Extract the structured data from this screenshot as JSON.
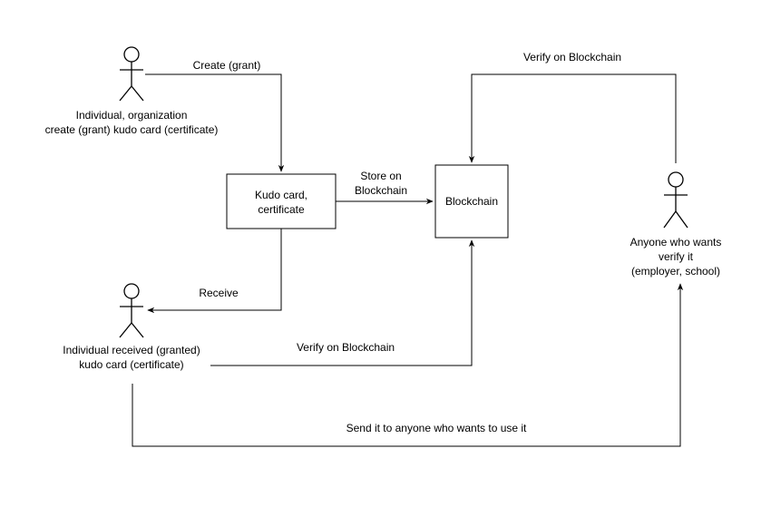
{
  "actors": {
    "creator": {
      "line1": "Individual, organization",
      "line2": "create (grant) kudo card (certificate)"
    },
    "receiver": {
      "line1": "Individual received (granted)",
      "line2": "kudo card (certificate)"
    },
    "verifier": {
      "line1": "Anyone who wants",
      "line2": "verify it",
      "line3": "(employer, school)"
    }
  },
  "boxes": {
    "kudo_card": {
      "line1": "Kudo card,",
      "line2": "certificate"
    },
    "blockchain": {
      "label": "Blockchain"
    }
  },
  "edges": {
    "create": "Create (grant)",
    "store_line1": "Store on",
    "store_line2": "Blockchain",
    "receive": "Receive",
    "verify_receiver": "Verify on Blockchain",
    "verify_top": "Verify on Blockchain",
    "send": "Send it to anyone who wants to use it"
  }
}
